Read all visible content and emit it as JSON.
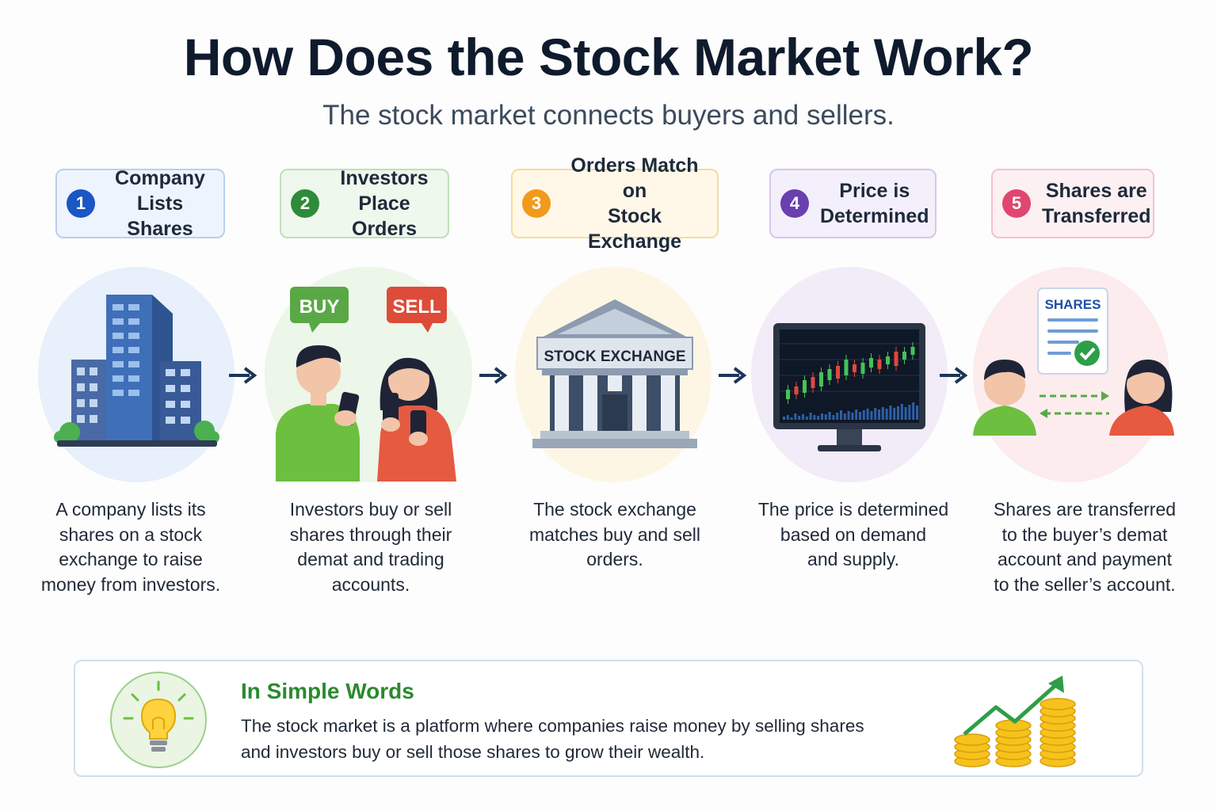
{
  "title": "How Does the Stock Market Work?",
  "subtitle": "The stock market connects buyers and sellers.",
  "steps": [
    {
      "number": "1",
      "label_line1": "Company",
      "label_line2": "Lists Shares",
      "description": [
        "A company lists its",
        "shares on a stock",
        "exchange to raise",
        "money from investors."
      ],
      "accent": "#1a56c4",
      "box_bg": "#eef4fd",
      "box_border": "#b9d0ef",
      "circle_bg": "#e7f0fb",
      "icon": "office-building-icon"
    },
    {
      "number": "2",
      "label_line1": "Investors",
      "label_line2": "Place Orders",
      "description": [
        "Investors buy or sell",
        "shares through their",
        "demat and trading",
        "accounts."
      ],
      "accent": "#2e8b3a",
      "box_bg": "#eef8ec",
      "box_border": "#bfe0b9",
      "circle_bg": "#ecf6e9",
      "icon": "investors-with-phones-icon",
      "bubbles": {
        "buy": "BUY",
        "sell": "SELL"
      }
    },
    {
      "number": "3",
      "label_line1": "Orders Match on",
      "label_line2": "Stock Exchange",
      "description": [
        "The stock exchange",
        "matches buy and sell",
        "orders."
      ],
      "accent": "#f29a1d",
      "box_bg": "#fff8e8",
      "box_border": "#f4dca0",
      "circle_bg": "#fdf6e4",
      "icon": "stock-exchange-building-icon",
      "building_sign": "STOCK EXCHANGE"
    },
    {
      "number": "4",
      "label_line1": "Price is",
      "label_line2": "Determined",
      "description": [
        "The price is determined",
        "based on demand",
        "and supply."
      ],
      "accent": "#6a3fb0",
      "box_bg": "#f4f0fb",
      "box_border": "#d4c6ec",
      "circle_bg": "#f1ecf8",
      "icon": "candlestick-monitor-icon"
    },
    {
      "number": "5",
      "label_line1": "Shares are",
      "label_line2": "Transferred",
      "description": [
        "Shares are transferred",
        "to the buyer’s demat",
        "account and payment",
        "to the seller’s account."
      ],
      "accent": "#e0466f",
      "box_bg": "#fdf0f2",
      "box_border": "#f2c2cc",
      "circle_bg": "#fcecee",
      "icon": "share-transfer-icon",
      "doc_label": "SHARES"
    }
  ],
  "summary": {
    "title": "In Simple Words",
    "text_line1": "The stock market is a platform where companies raise money by selling shares",
    "text_line2": "and investors buy or sell those shares to grow their wealth."
  },
  "colors": {
    "title": "#0f1b2d",
    "arrow": "#1c3556",
    "summary_title": "#2a8a2f"
  }
}
